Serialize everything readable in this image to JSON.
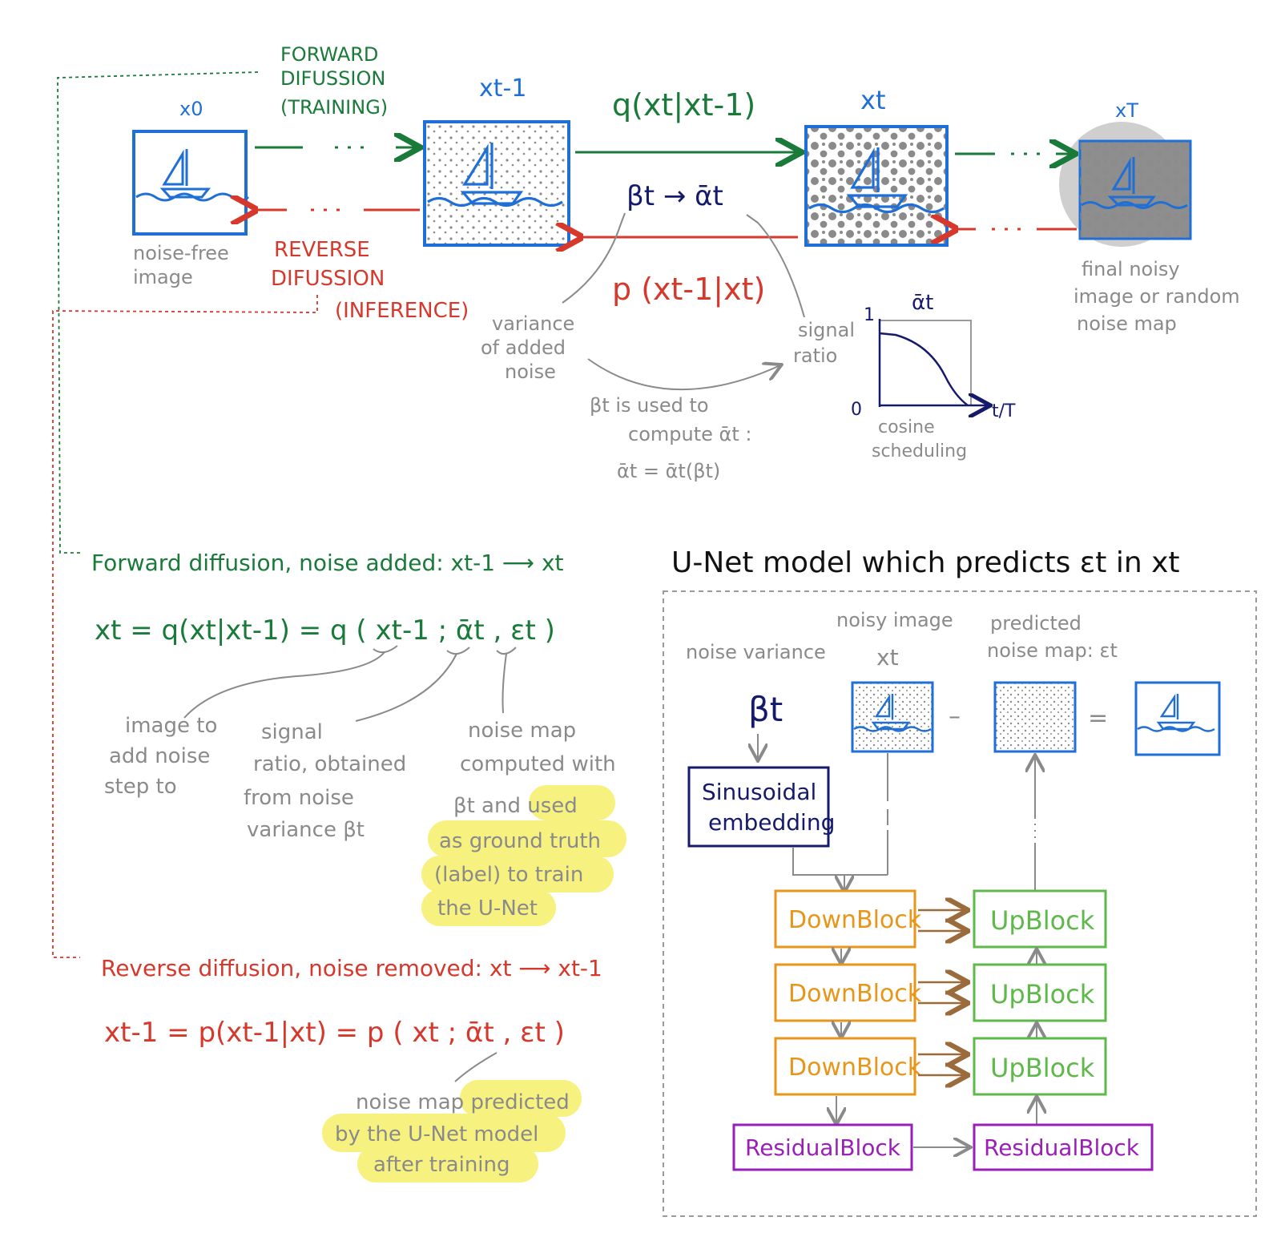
{
  "colors": {
    "forward": "#1a7a3a",
    "reverse": "#d6382c",
    "image_frame": "#1f6fd6",
    "beta": "#161a6b",
    "annotation": "#8a8a8a",
    "highlight": "#f6f06a",
    "downblock": "#e8961a",
    "upblock": "#5fb84a",
    "residual": "#9a1fb8",
    "skip_arrow": "#9b6b3c"
  },
  "top": {
    "forward_label": [
      "FORWARD",
      "DIFUSSION",
      "(TRAINING)"
    ],
    "reverse_label": [
      "REVERSE",
      "DIFUSSION",
      "(INFERENCE)"
    ],
    "x0_label": "x0",
    "xtm1_label": "xt-1",
    "xt_label": "xt",
    "xT_label": "xT",
    "noise_free": [
      "noise-free",
      "image"
    ],
    "final_noisy": [
      "final noisy",
      "image or random",
      "noise map"
    ],
    "q_expr": "q(xt|xt-1)",
    "p_expr": "p (xt-1|xt)",
    "beta_alpha": "βt → ᾱt",
    "variance_note": [
      "variance",
      "of added",
      "noise"
    ],
    "signal_note": [
      "signal",
      "ratio"
    ],
    "beta_used_note": [
      "βt is used to",
      "compute ᾱt :",
      "ᾱt = ᾱt(βt)"
    ],
    "dots": "· · ·"
  },
  "schedule_chart": {
    "title": "ᾱt",
    "y_top": "1",
    "y_bottom": "0",
    "x_label": "t/T",
    "caption": [
      "cosine",
      "scheduling"
    ]
  },
  "forward_eq": {
    "heading": "Forward diffusion, noise added:  xt-1 ⟶ xt",
    "equation": "xt = q(xt|xt-1) = q ( xt-1 ; ᾱt , εt )",
    "note_image": [
      "image to",
      "add noise",
      "step to"
    ],
    "note_signal": [
      "signal",
      "ratio, obtained",
      "from noise",
      "variance βt"
    ],
    "note_noise": [
      "noise map",
      "computed with",
      "βt and used",
      "as ground truth",
      "(label) to train",
      "the U-Net"
    ]
  },
  "reverse_eq": {
    "heading": "Reverse diffusion, noise removed:  xt ⟶ xt-1",
    "equation": "xt-1 = p(xt-1|xt) = p ( xt ; ᾱt , εt )",
    "note": [
      "noise map predicted",
      "by the U-Net model",
      "after training"
    ]
  },
  "unet": {
    "title": "U-Net model which predicts εt in xt",
    "noise_variance": "noise variance",
    "noisy_image": [
      "noisy image",
      "xt"
    ],
    "predicted_noise": [
      "predicted",
      "noise map: εt"
    ],
    "beta": "βt",
    "minus": "–",
    "equals": "=",
    "embedding": [
      "Sinusoidal",
      "embedding"
    ],
    "down_blocks": [
      "DownBlock",
      "DownBlock",
      "DownBlock"
    ],
    "up_blocks": [
      "UpBlock",
      "UpBlock",
      "UpBlock"
    ],
    "residual_blocks": [
      "ResidualBlock",
      "ResidualBlock"
    ]
  }
}
